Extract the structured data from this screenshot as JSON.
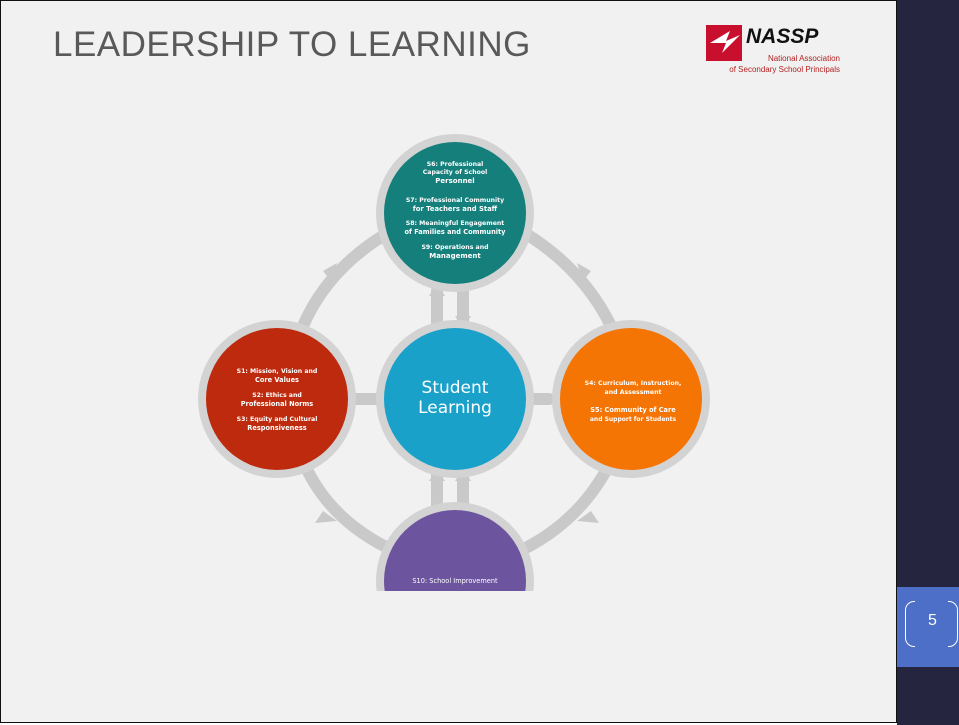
{
  "slide": {
    "title": "LEADERSHIP TO LEARNING",
    "page_number": "5"
  },
  "logo": {
    "name": "NASSP",
    "line1": "National Association",
    "line2": "of Secondary School Principals"
  },
  "colors": {
    "slide_bg": "#f1f1f1",
    "sidebar": "#25253f",
    "badge": "#4d6fc7",
    "teal": "#157f7c",
    "red": "#bd2a0e",
    "orange": "#f47404",
    "purple": "#6d549f",
    "center": "#1aa1c9",
    "connector": "#c9c9c9"
  },
  "diagram": {
    "center": {
      "line1": "Student",
      "line2": "Learning"
    },
    "top": {
      "lines": [
        "S6: Professional",
        "Capacity of School",
        "Personnel",
        "S7: Professional Community",
        "for Teachers and Staff",
        "S8: Meaningful Engagement",
        "of Families and Community",
        "S9: Operations and",
        "Management"
      ]
    },
    "left": {
      "lines": [
        "S1: Mission, Vision and",
        "Core Values",
        "S2: Ethics and",
        "Professional Norms",
        "S3: Equity and Cultural",
        "Responsiveness"
      ]
    },
    "right": {
      "lines": [
        "S4: Curriculum, Instruction,",
        "and Assessment",
        "S5: Community of Care",
        "and Support for Students"
      ]
    },
    "bottom": {
      "lines": [
        "S10: School Improvement"
      ]
    }
  }
}
